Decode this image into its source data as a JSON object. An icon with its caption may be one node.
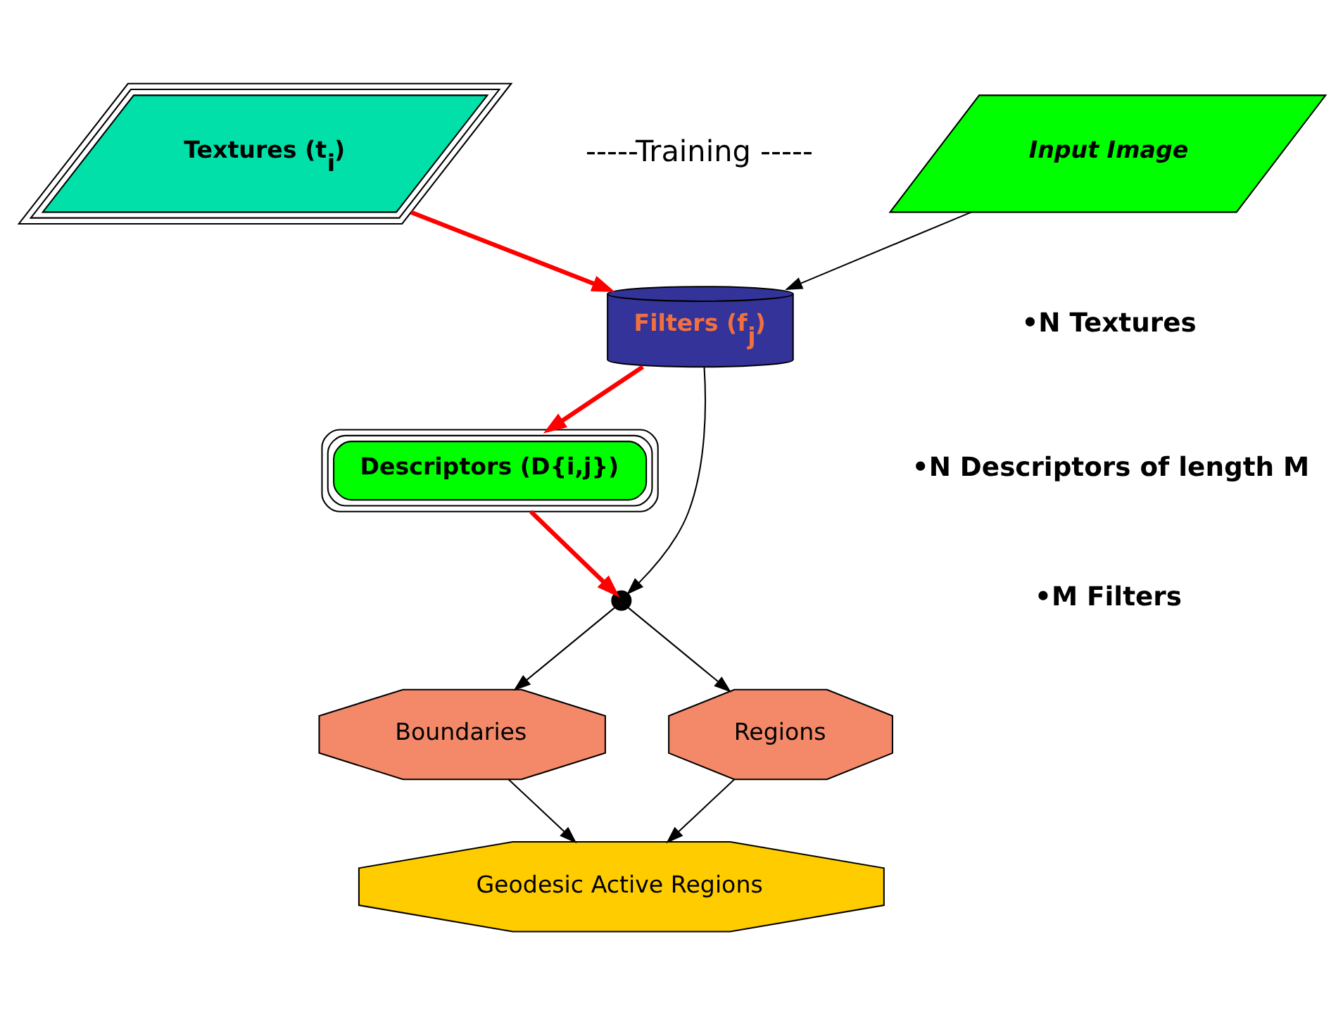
{
  "diagram": {
    "nodes": [
      {
        "text": [
          "Textures (t$_{i}$)"
        ]
      },
      {
        "text": [
          "Filters (f$_{j}$)"
        ]
      },
      {
        "text": [
          "Descriptors (D{i,j})"
        ]
      },
      {
        "text": [
          "Input Image"
        ]
      },
      {
        "text": [],
        "shape": "circle"
      },
      {
        "text": [
          "Boundaries"
        ]
      },
      {
        "text": [
          "Regions"
        ]
      },
      {
        "text": [
          "Geodesic Active Regions"
        ]
      }
    ],
    "edges": [
      {
        "from": 0,
        "to": 1,
        "arrow": "to",
        "style": "thick",
        "color": "#ff0000"
      },
      {
        "from": 3,
        "to": 1,
        "arrow": "to"
      },
      {
        "from": 1,
        "to": 2,
        "arrow": "to",
        "style": "thick",
        "color": "#ff0000"
      },
      {
        "from": 1,
        "to": 4,
        "arrow": "to"
      },
      {
        "from": 2,
        "to": 4,
        "arrow": "to",
        "style": "thick",
        "color": "#ff0000"
      },
      {
        "from": 4,
        "to": 5,
        "arrow": "to"
      },
      {
        "from": 4,
        "to": 6,
        "arrow": "to"
      },
      {
        "from": 5,
        "to": 7,
        "arrow": "to"
      },
      {
        "from": 6,
        "to": 7,
        "arrow": "to"
      }
    ],
    "labels": [
      "-----Training -----",
      "•N Textures",
      "•N Descriptors of length M",
      "•M Filters"
    ]
  }
}
